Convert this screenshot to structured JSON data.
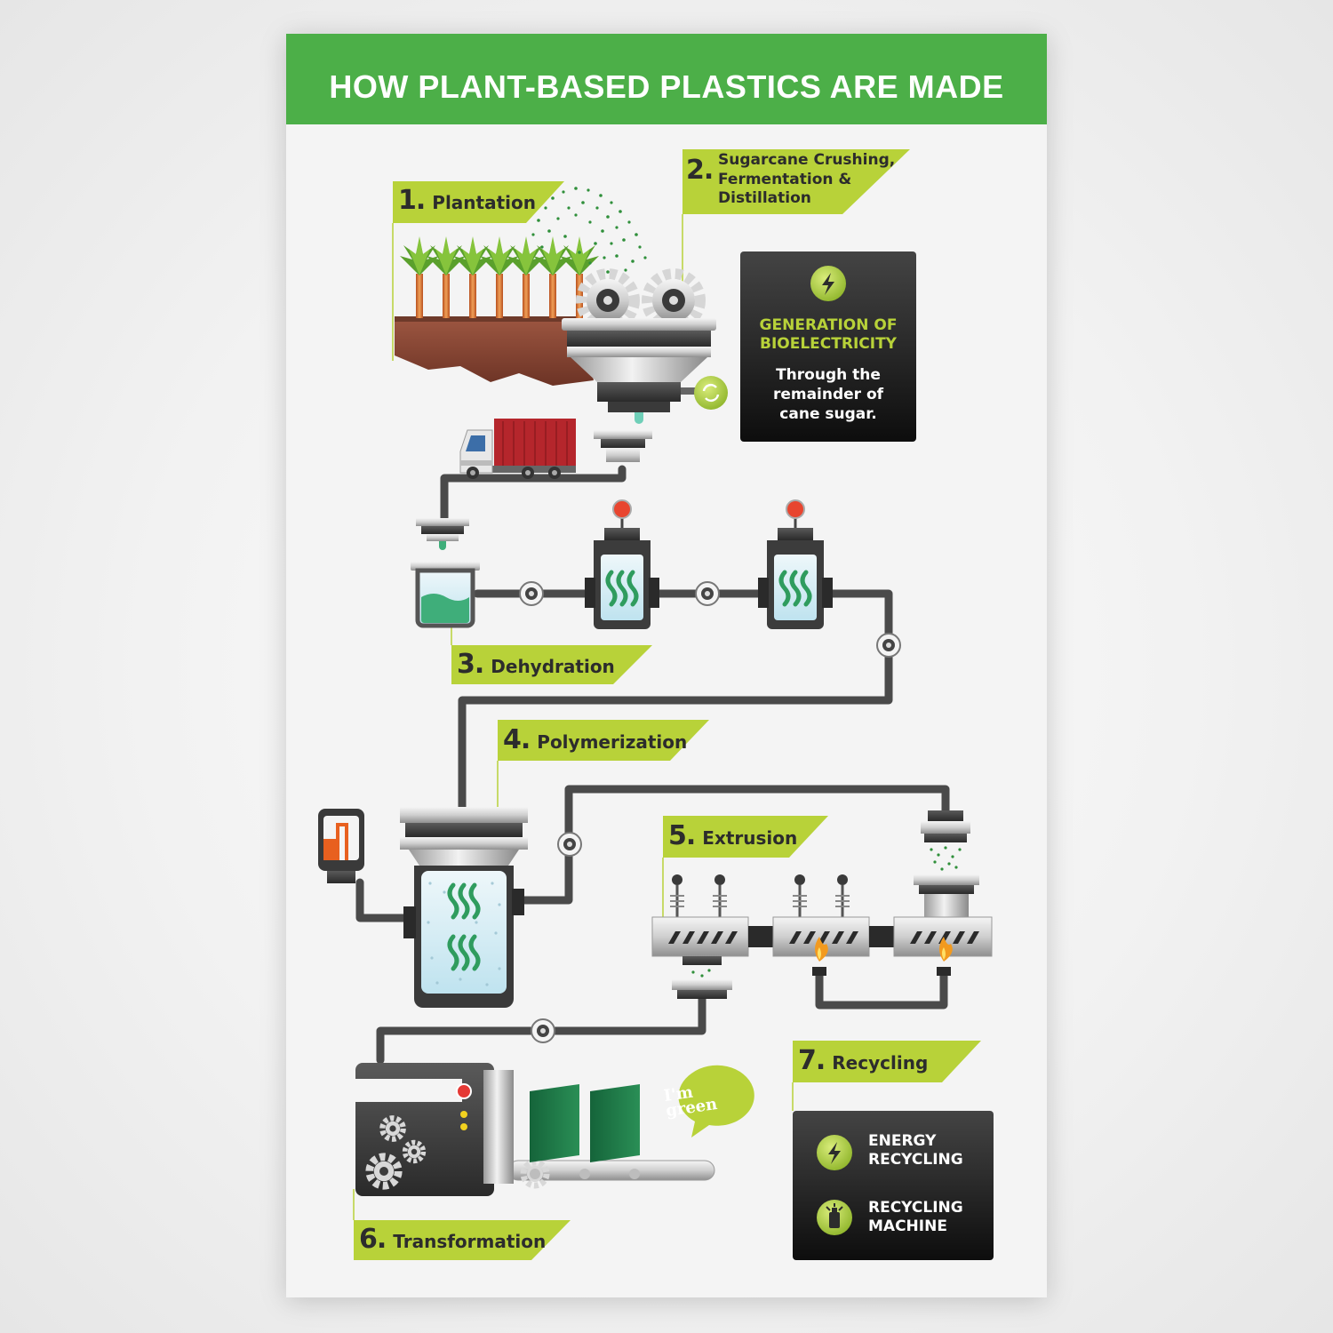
{
  "title": "HOW PLANT-BASED PLASTICS ARE MADE",
  "steps": [
    {
      "num": "1.",
      "label": "Plantation"
    },
    {
      "num": "2.",
      "label": "Sugarcane Crushing, Fermentation & Distillation"
    },
    {
      "num": "3.",
      "label": "Dehydration"
    },
    {
      "num": "4.",
      "label": "Polymerization"
    },
    {
      "num": "5.",
      "label": "Extrusion"
    },
    {
      "num": "6.",
      "label": "Transformation"
    },
    {
      "num": "7.",
      "label": "Recycling"
    }
  ],
  "step2_lines": [
    "Sugarcane Crushing,",
    "Fermentation &",
    "Distillation"
  ],
  "bioelectricity": {
    "heading_lines": [
      "GENERATION OF",
      "BIOELECTRICITY"
    ],
    "body_lines": [
      "Through the",
      "remainder of",
      "cane sugar."
    ],
    "icon": "lightning-bolt-icon"
  },
  "recycling_box": [
    {
      "icon": "lightning-bolt-icon",
      "lines": [
        "ENERGY",
        "RECYCLING"
      ]
    },
    {
      "icon": "recycling-machine-icon",
      "lines": [
        "RECYCLING",
        "MACHINE"
      ]
    }
  ],
  "bubble_lines": [
    "I'm",
    "green"
  ],
  "colors": {
    "header_green": "#4caf48",
    "label_green": "#b8d239",
    "dark_panel": "#1a1a1a",
    "product_green": "#1f7a45",
    "liquid_green": "#3fae7a",
    "soil": "#8b4a36",
    "truck_red": "#b5262c",
    "flame_orange": "#f29a1f"
  }
}
